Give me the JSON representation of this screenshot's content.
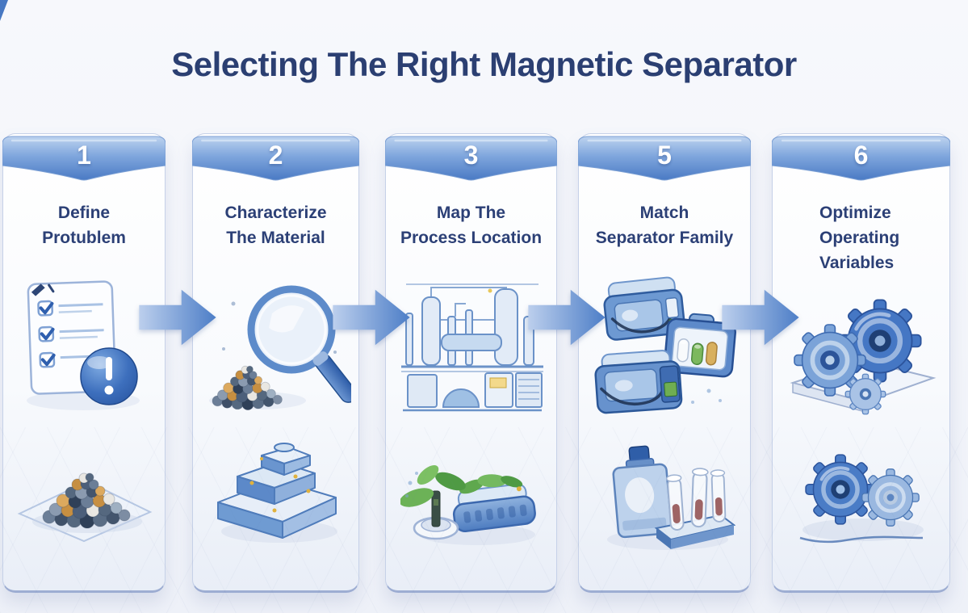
{
  "title": "Selecting The Right Magnetic Separator",
  "steps": [
    {
      "number": "1",
      "title": "Define Protublem",
      "lines": [
        "Define",
        "Protublem"
      ],
      "top_illustration": "checklist-document-with-alert-badge",
      "bottom_illustration": "mixed-pebble-pile-on-sheet"
    },
    {
      "number": "2",
      "title": "Characterize The Material",
      "lines": [
        "Characterize",
        "The Material"
      ],
      "top_illustration": "magnifying-glass-over-pebble-pile",
      "bottom_illustration": "3d-puzzle-blocks"
    },
    {
      "number": "3",
      "title": "Map The Process Location",
      "lines": [
        "Map The",
        "Process Location"
      ],
      "top_illustration": "industrial-process-plant-sketch",
      "bottom_illustration": "plant-sprout-and-conveyor-machine"
    },
    {
      "number": "5",
      "title": "Match Separator Family",
      "lines": [
        "Match",
        "Separator Family"
      ],
      "top_illustration": "three-magnetic-separator-machines",
      "bottom_illustration": "bottle-and-test-tube-rack"
    },
    {
      "number": "6",
      "title": "Optimize Operating Variables",
      "lines": [
        "Optimize",
        "Operating",
        "Variables"
      ],
      "top_illustration": "three-gears-on-platform",
      "bottom_illustration": "two-gears-with-wavy-line"
    }
  ],
  "colors": {
    "background": "#f3f5fa",
    "title_text": "#2b3f72",
    "card_title_text": "#2c4076",
    "banner_top": "#bdd3ef",
    "banner_bottom": "#4a7ac4",
    "arrow_light": "#bccfed",
    "arrow_dark": "#4d7ec7",
    "card_border": "#c6d1e8",
    "alert_blue": "#2e5fae",
    "leaf_green": "#6cb257",
    "pebble_orange": "#c78f41"
  }
}
